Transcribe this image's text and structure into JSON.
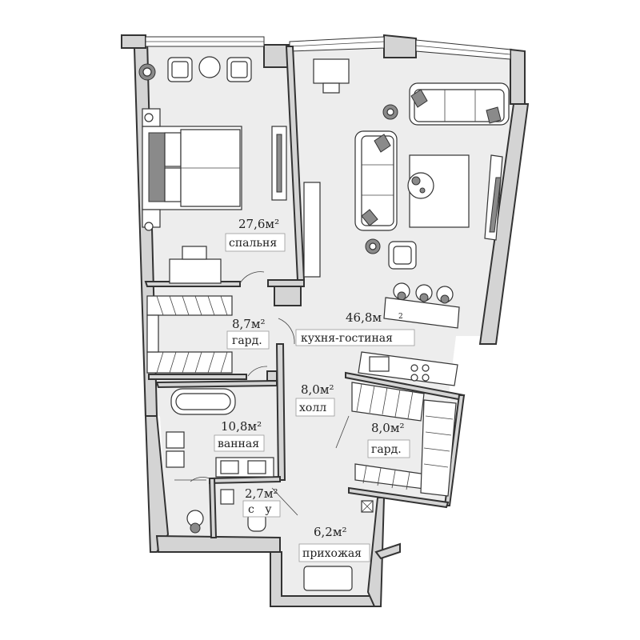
{
  "rooms": {
    "bedroom": {
      "area": "27,6м²",
      "name": "спальня"
    },
    "living": {
      "area": "46,8м",
      "sup": "2",
      "name": "кухня-гостиная"
    },
    "closet1": {
      "area": "8,7м²",
      "name": "гард."
    },
    "hall": {
      "area": "8,0м²",
      "name": "холл"
    },
    "bathroom": {
      "area": "10,8м²",
      "name": "ванная"
    },
    "closet2": {
      "area": "8,0м²",
      "name": "гард."
    },
    "wc": {
      "area": "2,7м²",
      "name": "с   у"
    },
    "entry": {
      "area": "6,2м²",
      "name": "прихожая"
    }
  }
}
